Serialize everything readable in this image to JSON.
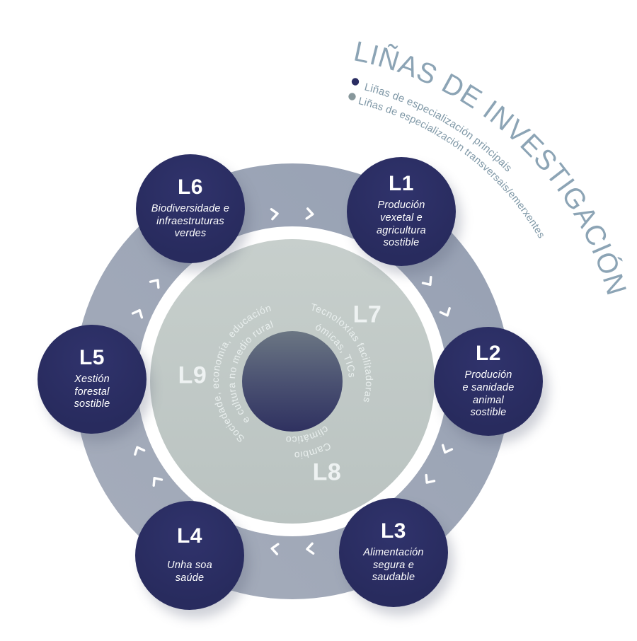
{
  "title": "LIÑAS DE INVESTIGACIÓN",
  "legend": {
    "items": [
      {
        "label": "Liñas de especialización principais",
        "bullet_color": "#2a2d62"
      },
      {
        "label": "Liñas de especialización transversais/emerxentes",
        "bullet_color": "#87979b"
      }
    ]
  },
  "wheel": {
    "rotation_direction": "clockwise",
    "main_lines": [
      {
        "id": "L1",
        "lines": [
          "Produción",
          "vexetal e",
          "agricultura",
          "sostible"
        ]
      },
      {
        "id": "L2",
        "lines": [
          "Produción",
          "e sanidade",
          "animal",
          "sostible"
        ]
      },
      {
        "id": "L3",
        "lines": [
          "Alimentación",
          "segura e",
          "saudable"
        ]
      },
      {
        "id": "L4",
        "lines": [
          "Unha soa",
          "saúde"
        ]
      },
      {
        "id": "L5",
        "lines": [
          "Xestión",
          "forestal",
          "sostible"
        ]
      },
      {
        "id": "L6",
        "lines": [
          "Biodiversidade e",
          "infraestruturas",
          "verdes"
        ]
      }
    ],
    "transversal_lines": [
      {
        "id": "L7",
        "arc_lines": [
          "Tecnoloxías facilitadoras",
          "ómicas, TICs"
        ]
      },
      {
        "id": "L8",
        "arc_lines": [
          "Cambio",
          "climático"
        ]
      },
      {
        "id": "L9",
        "arc_lines": [
          "Sociedade, economía, educación",
          "e cultura no medio rural"
        ]
      }
    ]
  },
  "colors": {
    "navy": "#2a2d62",
    "outer_ring": "#9aa2b4",
    "inner_ring": "#c1c9c7",
    "core_top": "#6b7683",
    "core_bottom": "#2f3160",
    "title_text": "#8ca4b5",
    "legend_text": "#7e97a6",
    "arrow": "#ffffff"
  }
}
